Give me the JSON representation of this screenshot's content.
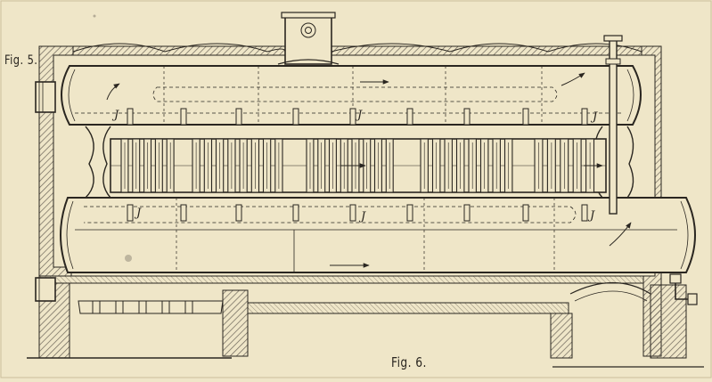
{
  "figure_labels": {
    "fig5": "Fig. 5.",
    "fig6": "Fig. 6."
  },
  "part_labels": {
    "j": "J"
  },
  "colors": {
    "paper": "#efe6c8",
    "ink": "#2a2620",
    "masonry_hatch": "#6b6458"
  }
}
